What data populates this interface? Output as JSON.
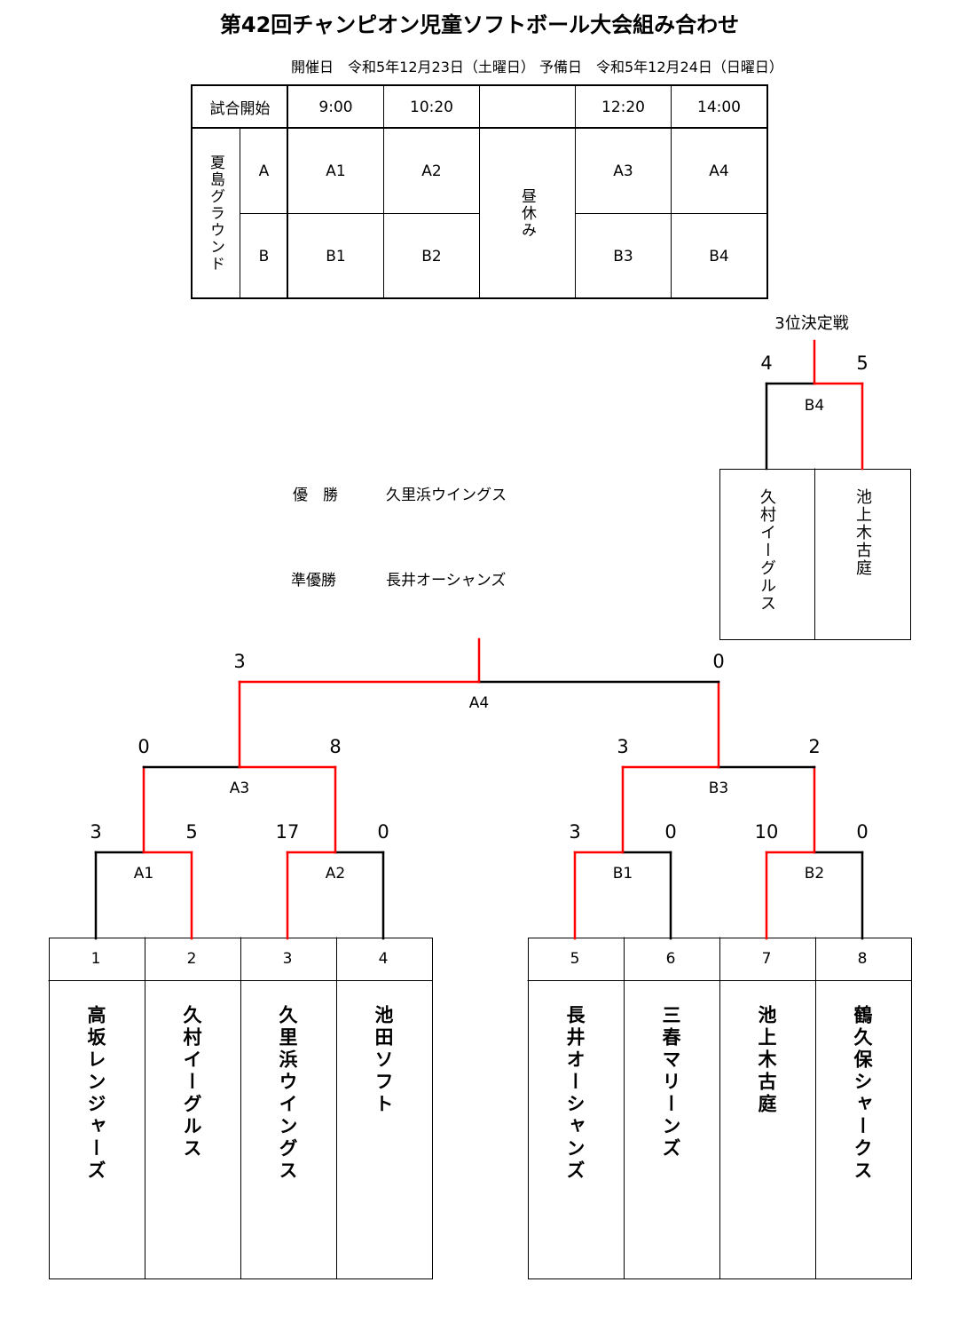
{
  "title": "第42回チャンピオン児童ソフトボール大会組み合わせ",
  "dates": "開催日　令和5年12月23日（土曜日）  予備日　令和5年12月24日（日曜日）",
  "schedule": {
    "start_label": "試合開始",
    "times": [
      "9:00",
      "10:20",
      "",
      "12:20",
      "14:00"
    ],
    "ground": "夏島グラウンド",
    "courts": [
      {
        "name": "A",
        "games": [
          "A1",
          "A2",
          "A3",
          "A4"
        ]
      },
      {
        "name": "B",
        "games": [
          "B1",
          "B2",
          "B3",
          "B4"
        ]
      }
    ],
    "lunch": "昼休み"
  },
  "results": {
    "champion_label": "優　勝",
    "champion": "久里浜ウイングス",
    "runner_up_label": "準優勝",
    "runner_up": "長井オーシャンズ"
  },
  "third_place": {
    "label": "3位決定戦",
    "match": "B4",
    "scores": [
      4,
      5
    ],
    "winner": "right",
    "teams": [
      "久村イーグルス",
      "池上木古庭"
    ]
  },
  "teams": [
    {
      "num": "1",
      "name": "高坂レンジャーズ"
    },
    {
      "num": "2",
      "name": "久村イーグルス"
    },
    {
      "num": "3",
      "name": "久里浜ウイングス"
    },
    {
      "num": "4",
      "name": "池田ソフト"
    },
    {
      "num": "5",
      "name": "長井オーシャンズ"
    },
    {
      "num": "6",
      "name": "三春マリーンズ"
    },
    {
      "num": "7",
      "name": "池上木古庭"
    },
    {
      "num": "8",
      "name": "鶴久保シャークス"
    }
  ],
  "matches": {
    "A1": {
      "label": "A1",
      "scores": [
        3,
        5
      ],
      "winner": "right"
    },
    "A2": {
      "label": "A2",
      "scores": [
        17,
        0
      ],
      "winner": "left"
    },
    "B1": {
      "label": "B1",
      "scores": [
        3,
        0
      ],
      "winner": "left"
    },
    "B2": {
      "label": "B2",
      "scores": [
        10,
        0
      ],
      "winner": "left"
    },
    "A3": {
      "label": "A3",
      "scores": [
        0,
        8
      ],
      "winner": "right"
    },
    "B3": {
      "label": "B3",
      "scores": [
        3,
        2
      ],
      "winner": "left"
    },
    "A4": {
      "label": "A4",
      "scores": [
        3,
        0
      ],
      "winner": "left"
    }
  },
  "colors": {
    "win": "#ff0000",
    "line": "#000000"
  }
}
